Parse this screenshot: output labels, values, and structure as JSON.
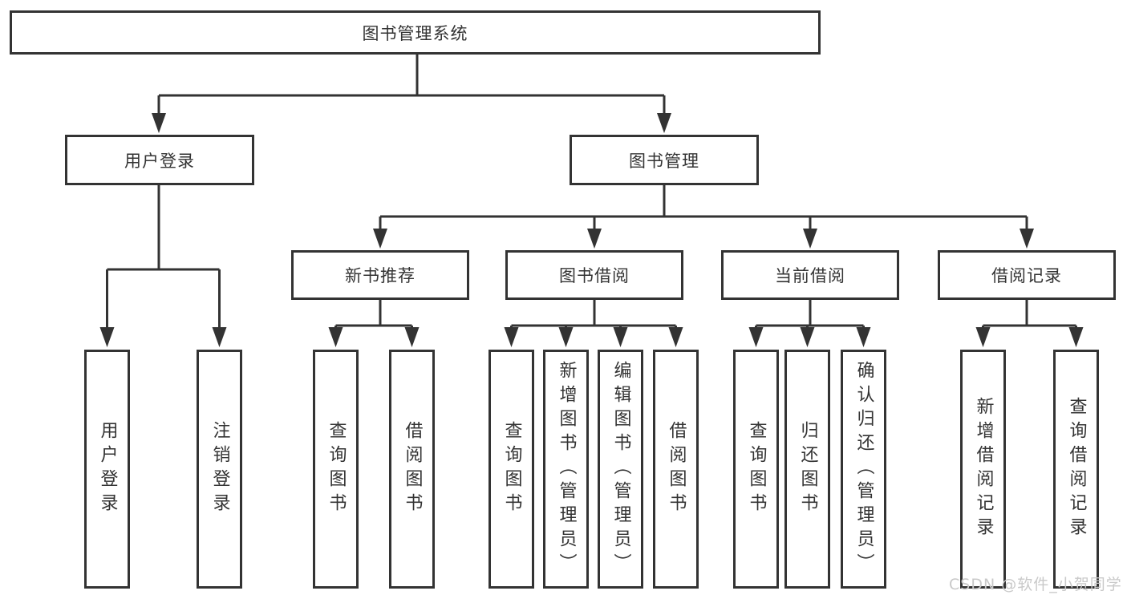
{
  "diagram": {
    "root": {
      "label": "图书管理系统"
    },
    "level2": [
      {
        "label": "用户登录",
        "children": [
          "用户登录",
          "注销登录"
        ]
      },
      {
        "label": "图书管理",
        "children": [
          {
            "label": "新书推荐",
            "children": [
              "查询图书",
              "借阅图书"
            ]
          },
          {
            "label": "图书借阅",
            "children": [
              "查询图书",
              "新增图书（管理员）",
              "编辑图书（管理员）",
              "借阅图书"
            ]
          },
          {
            "label": "当前借阅",
            "children": [
              "查询图书",
              "归还图书",
              "确认归还（管理员）"
            ]
          },
          {
            "label": "借阅记录",
            "children": [
              "新增借阅记录",
              "查询借阅记录"
            ]
          }
        ]
      }
    ]
  },
  "watermark": "CSDN @软件_小贺同学",
  "colors": {
    "line": "#333333",
    "text": "#333333",
    "background": "#ffffff",
    "watermark": "#c9c9c9"
  }
}
